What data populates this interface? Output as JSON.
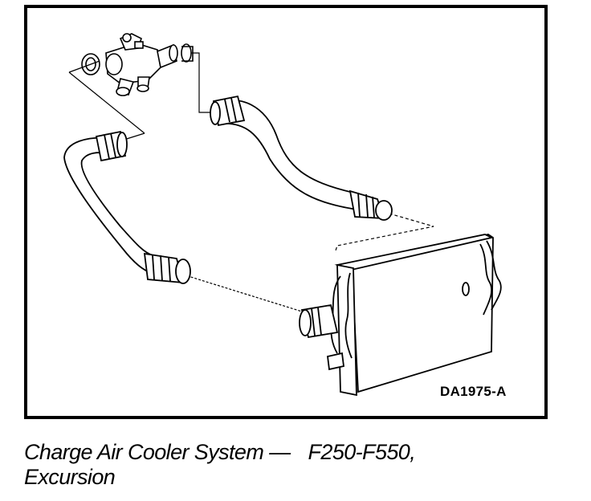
{
  "figure": {
    "reference_code": "DA1975-A",
    "caption": {
      "line1_part1": "Charge Air Cooler System —",
      "line1_part2": "F250-F550,",
      "line2": "Excursion"
    }
  },
  "colors": {
    "ink": "#000000",
    "background": "#ffffff"
  }
}
